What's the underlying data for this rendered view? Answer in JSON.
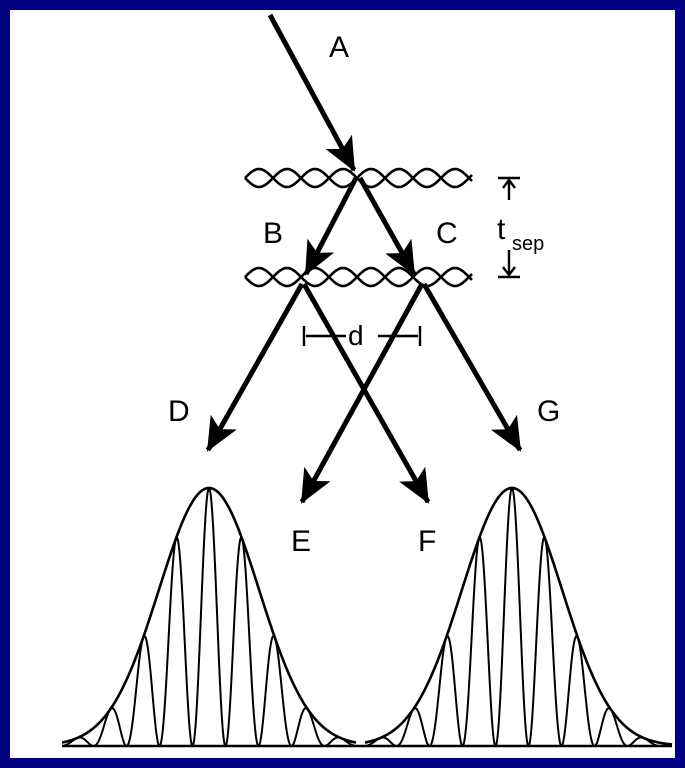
{
  "background_color": "#000080",
  "panel_color": "#ffffff",
  "beam_labels": {
    "a": "A",
    "b": "B",
    "c": "C",
    "d": "D",
    "e": "E",
    "f": "F",
    "g": "G"
  },
  "separation": {
    "t_main": "t",
    "t_sub": "sep",
    "distance": "d"
  }
}
